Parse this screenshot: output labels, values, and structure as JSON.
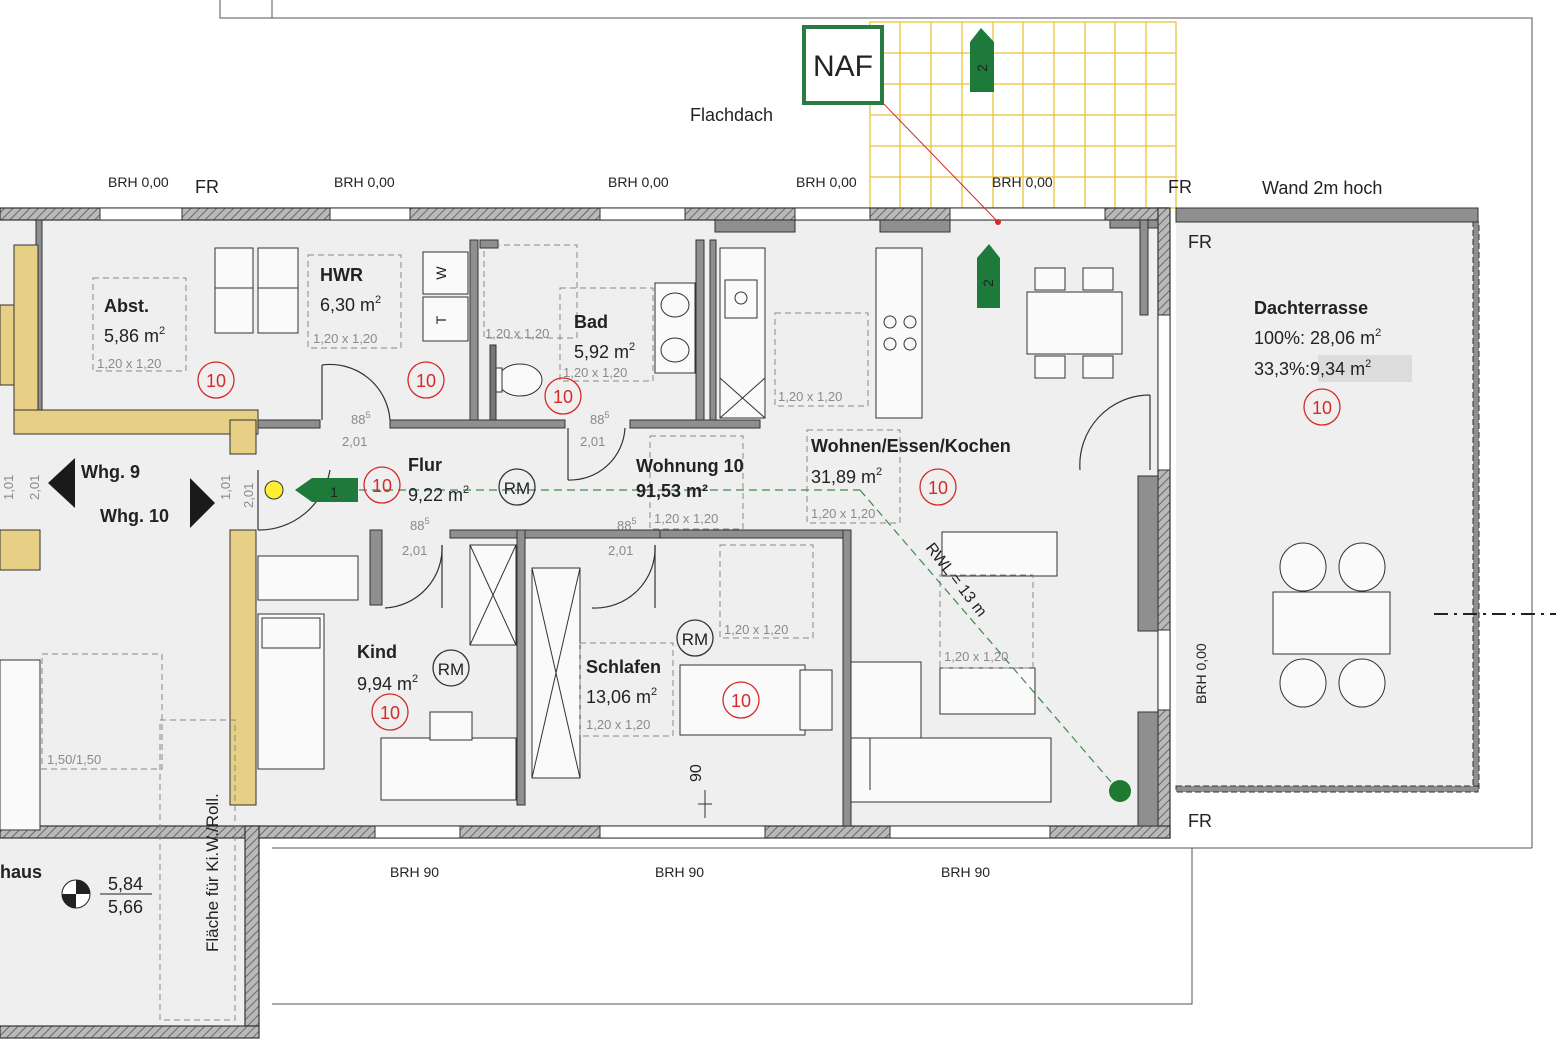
{
  "rooms": {
    "abst": {
      "name": "Abst.",
      "area": "5,86 m",
      "size": "1,20 x 1,20",
      "class": "10"
    },
    "hwr": {
      "name": "HWR",
      "area": "6,30 m",
      "size": "1,20 x 1,20",
      "class": "10"
    },
    "bad": {
      "name": "Bad",
      "area": "5,92 m",
      "size": "1,20 x 1,20",
      "size_wc": "1,20 x 1,20",
      "class": "10"
    },
    "flur": {
      "name": "Flur",
      "area": "9,22 m",
      "class": "10"
    },
    "wohnung": {
      "name": "Wohnung 10",
      "area": "91,53 m²",
      "size": "1,20 x 1,20"
    },
    "wohnen": {
      "name": "Wohnen/Essen/Kochen",
      "area": "31,89 m",
      "size": "1,20 x 1,20",
      "size_kitchen": "1,20 x 1,20",
      "size_living": "1,20 x 1,20",
      "class": "10"
    },
    "kind": {
      "name": "Kind",
      "area": "9,94 m",
      "class": "10"
    },
    "schlafen": {
      "name": "Schlafen",
      "area": "13,06 m",
      "size": "1,20 x 1,20",
      "size_bed": "1,20 x 1,20",
      "class": "10"
    },
    "dachterrasse": {
      "name": "Dachterrasse",
      "line1": "100%: 28,06 m",
      "line2_label": "33,3%:",
      "line2_value": "9,34 m",
      "class": "10"
    },
    "treppenhaus": {
      "name": "haus",
      "level1": "5,84",
      "level2": "5,66",
      "size": "1,50/1,50"
    }
  },
  "labels": {
    "flachdach": "Flachdach",
    "naf": "NAF",
    "wand": "Wand 2m hoch",
    "whg9": "Whg. 9",
    "whg10": "Whg. 10",
    "rwl": "RWL = 13 m",
    "flaeche": "Fläche für Ki.W./Roll.",
    "fr": "FR",
    "rm": "RM",
    "sup2": "2",
    "brh0": "BRH 0,00",
    "brh90": "BRH 90",
    "dim90": "90",
    "door885": "88",
    "door885_sup": "5",
    "dim201": "2,01",
    "dim101": "1,01",
    "wm": "W",
    "tr": "T",
    "arrow1": "1",
    "arrow2": "2"
  },
  "colors": {
    "wall": "#9a9a9a",
    "wall_hatch": "#5a5a5a",
    "ochre": "#e7cf86",
    "grid": "#e8c23a",
    "naf": "#2a7a43",
    "red": "#d42a2a",
    "green_dash": "#3c8a4a"
  }
}
